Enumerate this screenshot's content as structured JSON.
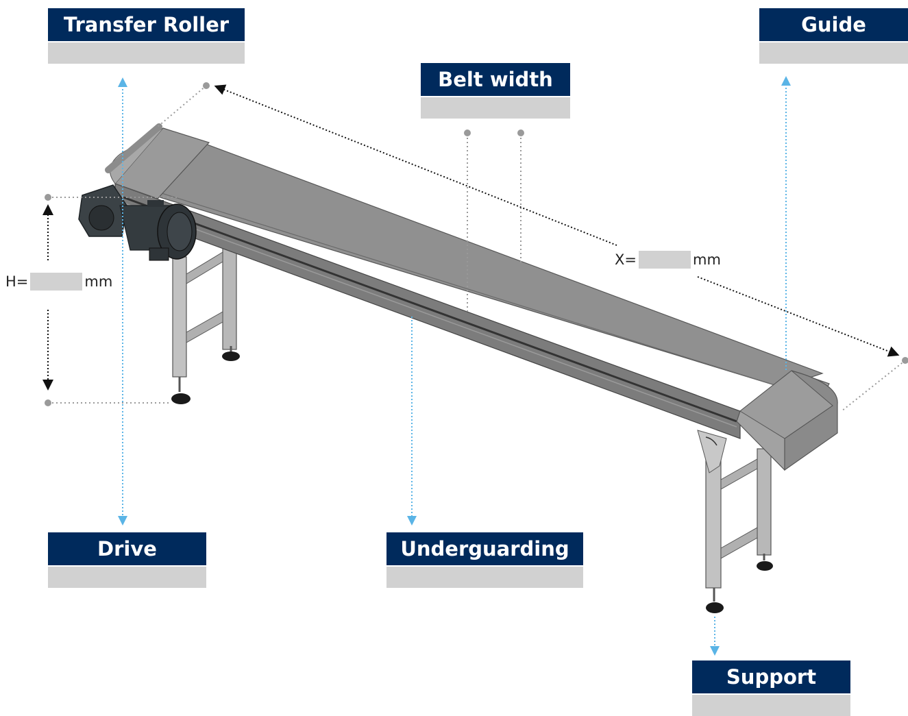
{
  "labels": {
    "transfer_roller": {
      "title": "Transfer Roller",
      "value": ""
    },
    "guide": {
      "title": "Guide",
      "value": ""
    },
    "belt_width": {
      "title": "Belt width",
      "value": ""
    },
    "drive": {
      "title": "Drive",
      "value": ""
    },
    "underguarding": {
      "title": "Underguarding",
      "value": ""
    },
    "support": {
      "title": "Support",
      "value": ""
    }
  },
  "dimensions": {
    "height": {
      "prefix": "H=",
      "value": "",
      "unit": "mm"
    },
    "length": {
      "prefix": "X=",
      "value": "",
      "unit": "mm"
    }
  },
  "colors": {
    "label_background": "#002a5c",
    "label_text": "#ffffff",
    "field_background": "#d1d1d1",
    "callout_arrow": "#5ab4e6",
    "dimension_arrow": "#111111",
    "belt": "#8f8f8f",
    "frame": "#6e6e6e",
    "motor": "#3b4246"
  }
}
